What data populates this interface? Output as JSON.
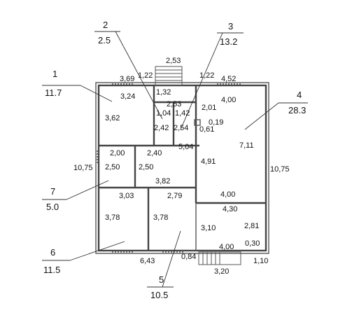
{
  "rooms": [
    {
      "number": "1",
      "area": "11.7"
    },
    {
      "number": "2",
      "area": "2.5"
    },
    {
      "number": "3",
      "area": "13.2"
    },
    {
      "number": "4",
      "area": "28.3"
    },
    {
      "number": "5",
      "area": "10.5"
    },
    {
      "number": "6",
      "area": "11.5"
    },
    {
      "number": "7",
      "area": "5.0"
    }
  ],
  "dimensions": {
    "top_stair_width": "2,53",
    "top_left_run": "3,69",
    "top_mid_left": "1,22",
    "top_mid_right": "1,22",
    "top_right_run": "4,52",
    "r1_width": "3,24",
    "r1_depth": "3,62",
    "stair_core_width": "1,32",
    "stair_core_inner": "2,53",
    "r2_width": "1,04",
    "r2_depth": "2,42",
    "r3_width": "1,42",
    "r3_depth": "2,54",
    "r3_side": "2,01",
    "r3_long": "5,04",
    "niche_depth": "0,19",
    "niche_width": "0,61",
    "r4_top": "4,00",
    "r4_depth": "7,11",
    "r4_inner": "4,91",
    "r4_bottom": "4,00",
    "r7_width": "2,00",
    "r7_depth": "2,50",
    "hall_depth": "2,50",
    "hall_top": "2,40",
    "hall_bottom": "3,82",
    "left_total": "10,75",
    "right_total": "10,75",
    "r6_width": "3,03",
    "r6_depth": "3,78",
    "r5_width": "2,79",
    "r5_depth": "3,78",
    "terrace_width": "4,30",
    "terrace_depth": "3,10",
    "terrace_side": "2,81",
    "terrace_bottom": "4,00",
    "terrace_step": "0,30",
    "bottom_left": "6,43",
    "bottom_gap": "0,84",
    "bottom_stair": "3,20",
    "bottom_stair_depth": "1,10"
  }
}
